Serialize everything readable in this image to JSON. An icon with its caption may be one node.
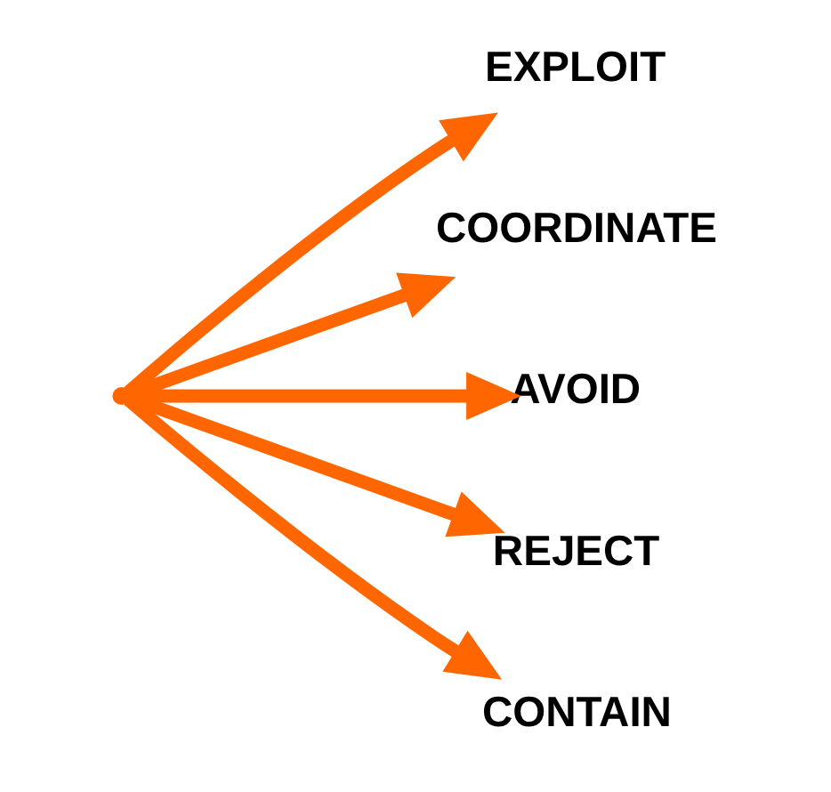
{
  "diagram": {
    "nodes": [
      {
        "text": [
          "EXPLOIT"
        ]
      },
      {
        "text": [
          "COORDINATE"
        ]
      },
      {
        "text": [
          "AVOID"
        ]
      },
      {
        "text": [
          "REJECT"
        ]
      },
      {
        "text": [
          "CONTAIN"
        ]
      },
      {
        "text": [],
        "shape": "point"
      }
    ],
    "edges": [
      {
        "from": 5,
        "to": 0,
        "arrow": "to"
      },
      {
        "from": 5,
        "to": 1,
        "arrow": "to"
      },
      {
        "from": 5,
        "to": 2,
        "arrow": "to"
      },
      {
        "from": 5,
        "to": 3,
        "arrow": "to"
      },
      {
        "from": 5,
        "to": 4,
        "arrow": "to"
      }
    ]
  }
}
